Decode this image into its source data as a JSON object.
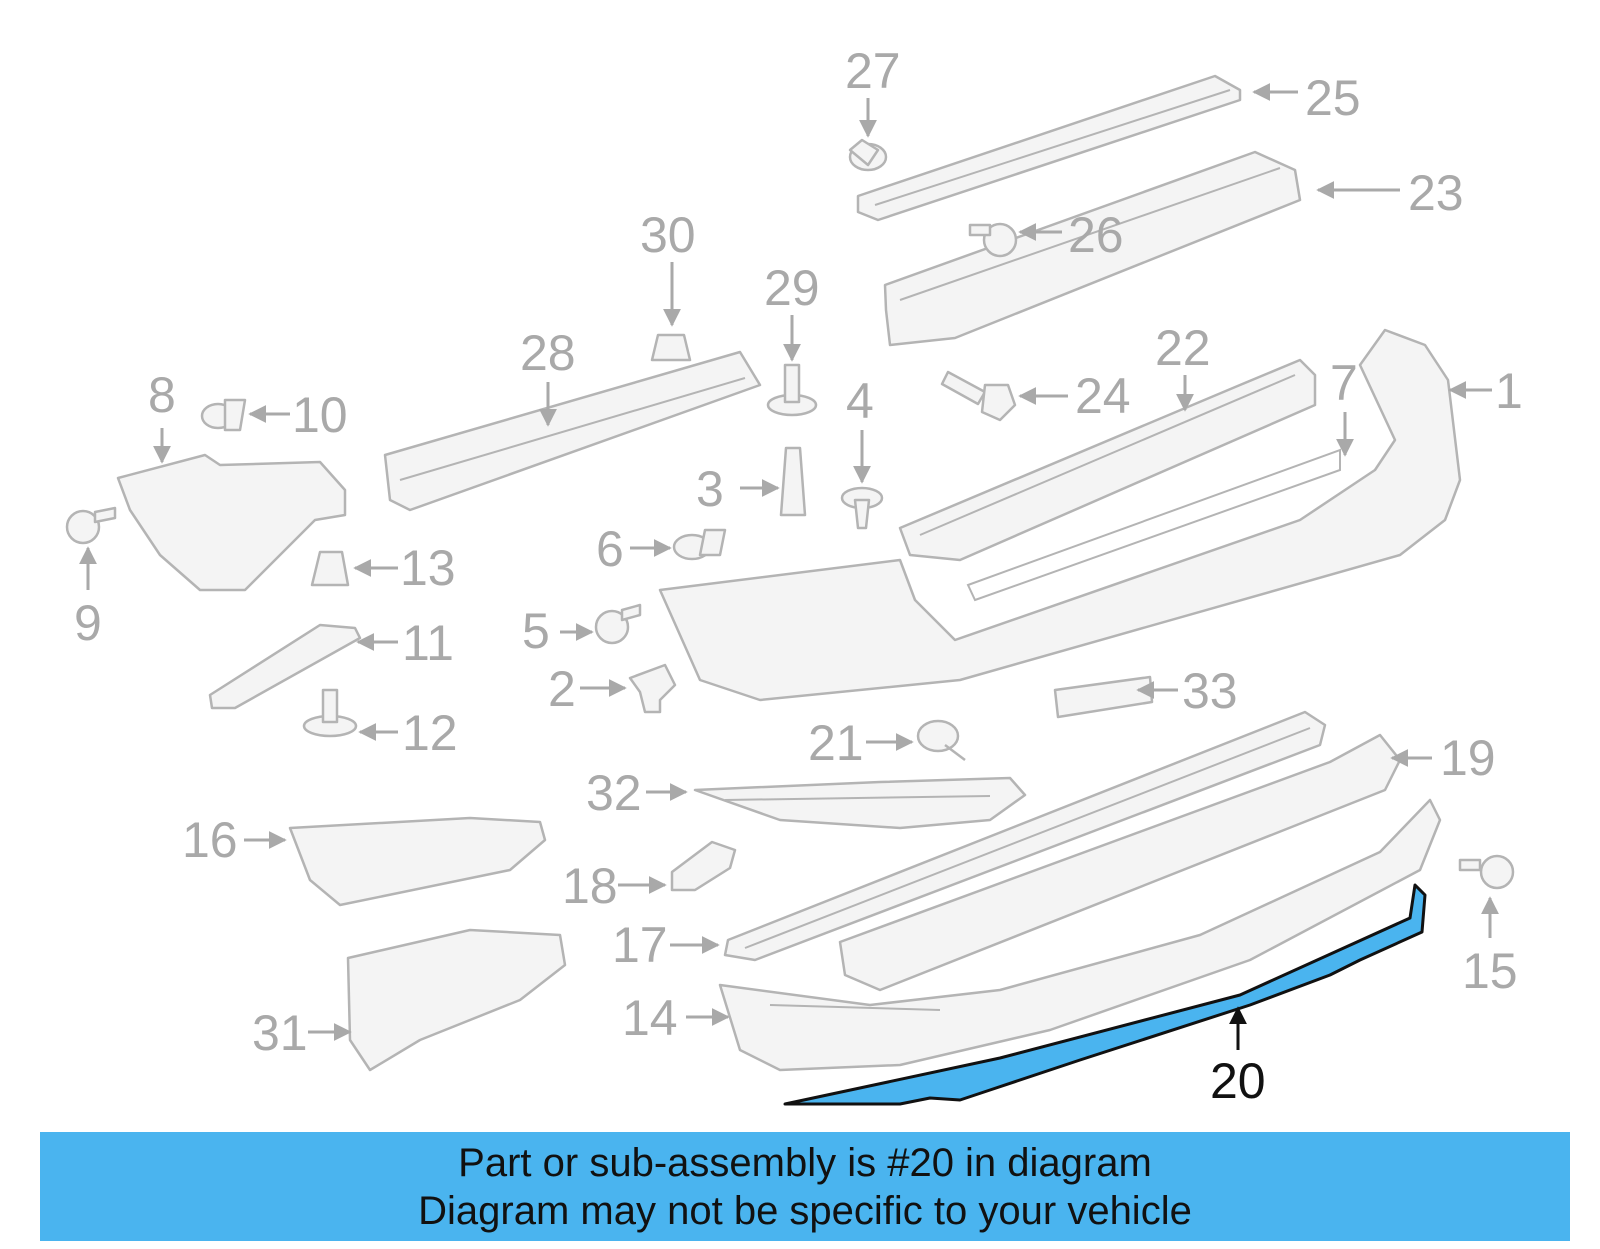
{
  "diagram": {
    "highlighted_part": "20",
    "callouts": [
      "1",
      "2",
      "3",
      "4",
      "5",
      "6",
      "7",
      "8",
      "9",
      "10",
      "11",
      "12",
      "13",
      "14",
      "15",
      "16",
      "17",
      "18",
      "19",
      "20",
      "21",
      "22",
      "23",
      "24",
      "25",
      "26",
      "27",
      "28",
      "29",
      "30",
      "31",
      "32",
      "33"
    ],
    "colors": {
      "highlight": "#4ab4ef",
      "parts": "#b4b4b4",
      "labels": "#a9a9a9",
      "active_label": "#111111"
    }
  },
  "banner": {
    "line1": "Part or sub-assembly is #20 in diagram",
    "line2": "Diagram may not be specific to your vehicle"
  }
}
